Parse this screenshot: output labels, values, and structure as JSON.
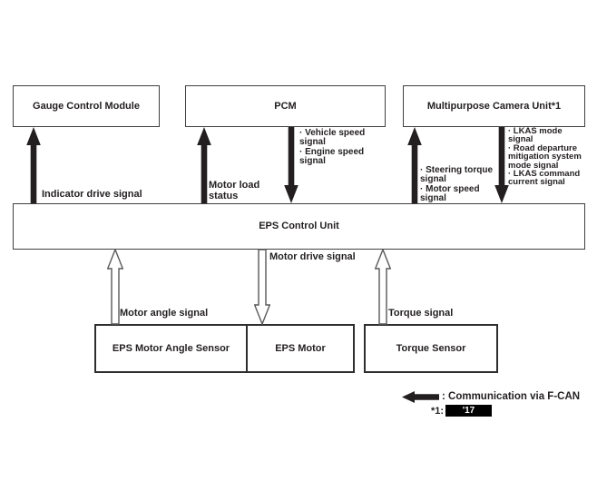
{
  "nodes": {
    "gauge_control_module": "Gauge Control Module",
    "pcm": "PCM",
    "multipurpose_camera_unit": "Multipurpose Camera Unit*1",
    "eps_control_unit": "EPS Control Unit",
    "eps_motor_angle_sensor": "EPS Motor Angle Sensor",
    "eps_motor": "EPS Motor",
    "torque_sensor": "Torque Sensor"
  },
  "signals": {
    "eps_to_gauge": "Indicator drive signal",
    "eps_to_pcm": "Motor load status",
    "pcm_to_eps": [
      "· Vehicle speed signal",
      "· Engine speed signal"
    ],
    "eps_to_camera": [
      "· Steering torque signal",
      "· Motor speed signal"
    ],
    "camera_to_eps": [
      "· LKAS mode signal",
      "· Road departure mitigation system mode signal",
      "· LKAS command current signal"
    ],
    "eps_to_motor": "Motor drive signal",
    "angle_sensor_to_eps": "Motor angle signal",
    "torque_sensor_to_eps": "Torque signal"
  },
  "legend": {
    "fcan_label": ": Communication via F-CAN",
    "footnote_label": "*1:",
    "footnote_value": "'17"
  },
  "colors": {
    "fcan_arrow": "#231f20",
    "direct_arrow_stroke": "#58595b",
    "box_border": "#3f3f3f",
    "footnote_bg": "#000000",
    "footnote_text": "#ffffff"
  }
}
